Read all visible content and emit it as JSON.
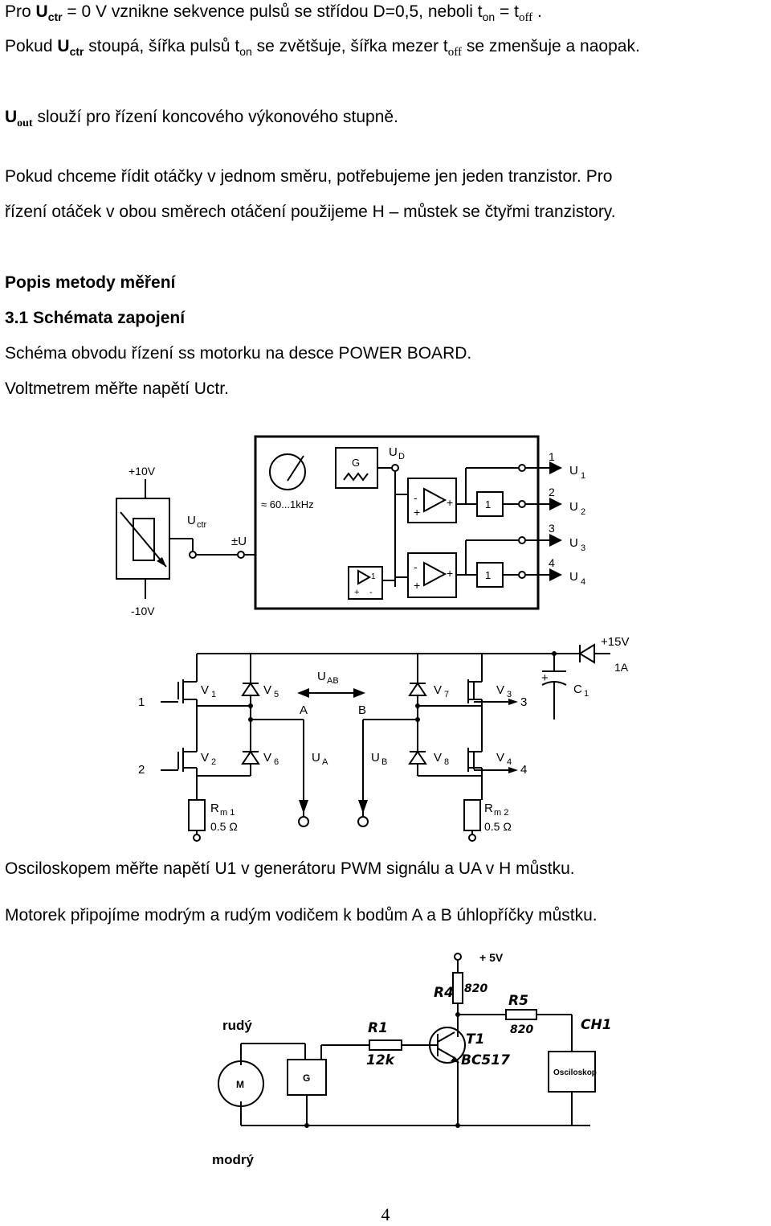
{
  "text": {
    "l1": {
      "a": "Pro ",
      "b": "U",
      "c": "ctr",
      "d": " = 0 V vznikne sekvence pulsů se střídou D=0,5, neboli t",
      "e": "on",
      "f": " = t",
      "g": "off",
      "h": " ."
    },
    "l2": {
      "a": "Pokud ",
      "b": "U",
      "c": "ctr",
      "d": " stoupá, šířka pulsů t",
      "e": "on",
      "f": " se zvětšuje, šířka mezer t",
      "g": "off",
      "h": " se zmenšuje a naopak."
    },
    "l3": {
      "a": "U",
      "b": "out",
      "c": " slouží pro řízení koncového výkonového stupně."
    },
    "l4": "Pokud chceme řídit otáčky v jednom směru, potřebujeme jen jeden tranzistor. Pro",
    "l5": "řízení otáček v obou směrech otáčení použijeme H – můstek se čtyřmi tranzistory.",
    "h1": "Popis metody měření",
    "h2": "3.1 Schémata zapojení",
    "l6": "Schéma obvodu řízení ss motorku na desce POWER BOARD.",
    "l7": "Voltmetrem měřte napětí Uctr.",
    "l8": "Osciloskopem měřte napětí U1 v generátoru PWM signálu a UA v H můstku.",
    "l9": "Motorek připojíme modrým a rudým vodičem k bodům A a B úhlopříčky můstku.",
    "page": "4"
  },
  "fig1": {
    "p10": "+10V",
    "m10": "-10V",
    "uctr": "U",
    "uctr_s": "ctr",
    "pmu": "±U",
    "g": "G",
    "ud": "U",
    "ud_s": "D",
    "freq": "≈ 60...1kHz",
    "one": "1",
    "outs": [
      {
        "n": "1",
        "u": "U",
        "s": "1"
      },
      {
        "n": "2",
        "u": "U",
        "s": "2"
      },
      {
        "n": "3",
        "u": "U",
        "s": "3"
      },
      {
        "n": "4",
        "u": "U",
        "s": "4"
      }
    ],
    "opa_minus": "-",
    "opa_plus": "+"
  },
  "fig2": {
    "p15": "+15V",
    "a1": "1A",
    "v1": "V",
    "v1s": "1",
    "v2": "V",
    "v2s": "2",
    "v3": "V",
    "v3s": "3",
    "v4": "V",
    "v4s": "4",
    "v5": "V",
    "v5s": "5",
    "v6": "V",
    "v6s": "6",
    "v7": "V",
    "v7s": "7",
    "v8": "V",
    "v8s": "8",
    "uab": "U",
    "uab_s": "AB",
    "A": "A",
    "B": "B",
    "ua": "U",
    "ua_s": "A",
    "ub": "U",
    "ub_s": "B",
    "c1": "C",
    "c1s": "1",
    "plus": "+",
    "rm1": "R",
    "rm1s": "m 1",
    "rm2": "R",
    "rm2s": "m 2",
    "ohm": "0.5 Ω",
    "in1": "1",
    "in2": "2",
    "in3": "3",
    "in4": "4"
  },
  "fig3": {
    "p5v": "+ 5V",
    "r4": "R4",
    "r4v": "820",
    "r5": "R5",
    "r5v": "820",
    "r1": "R1",
    "r1v": "12k",
    "t1": "T1",
    "bc": "BC517",
    "ch1": "CH1",
    "osc": "Osciloskop",
    "m": "M",
    "g": "G",
    "rudy": "rudý",
    "modry": "modrý"
  }
}
